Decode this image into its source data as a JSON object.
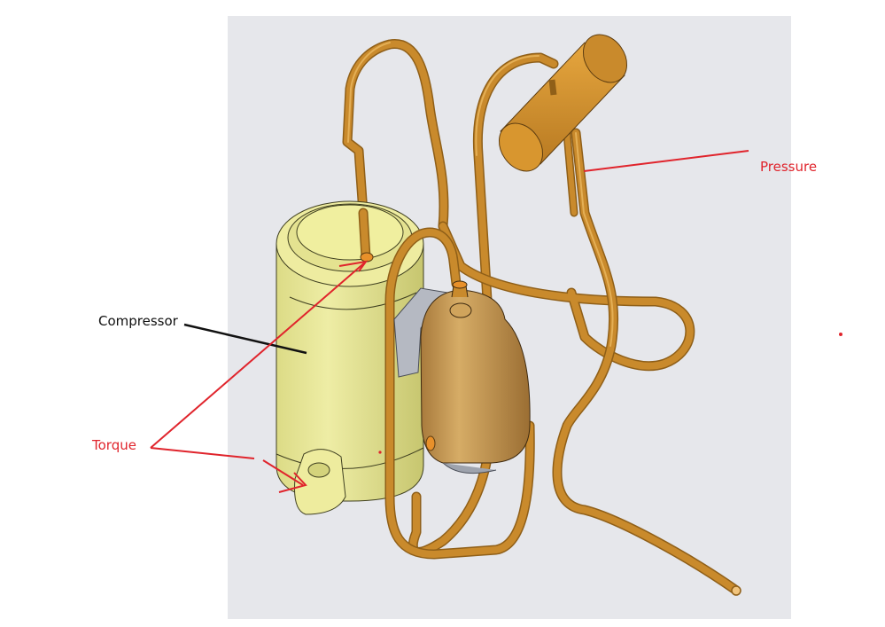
{
  "labels": {
    "compressor": "Compressor",
    "torque": "Torque",
    "pressure": "Pressure"
  },
  "colors": {
    "viewport_background": "#e6e7eb",
    "page_background": "#ffffff",
    "pipe_copper": "#c98a2c",
    "pipe_highlight": "#e2a845",
    "compressor_body": "#e9e89a",
    "compressor_shade": "#c9c873",
    "accumulator": "#c89a52",
    "muffler": "#d69633",
    "bracket": "#a9aeb8",
    "annotation_red": "#e0242c",
    "annotation_black": "#111111"
  }
}
